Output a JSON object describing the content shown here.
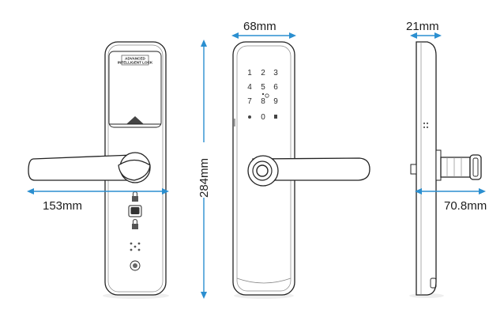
{
  "dimensions": {
    "width_front": "68mm",
    "height": "284mm",
    "handle_length": "153mm",
    "thickness": "21mm",
    "depth": "70.8mm"
  },
  "brand_plate": {
    "line1": "ADVANCED",
    "line2": "INTELLIGENT LOCK"
  },
  "keypad": {
    "keys": [
      "1",
      "2",
      "3",
      "4",
      "5",
      "6",
      "7",
      "8",
      "9",
      "0"
    ]
  },
  "colors": {
    "dimension": "#2b8fd0",
    "outline": "#222222"
  }
}
